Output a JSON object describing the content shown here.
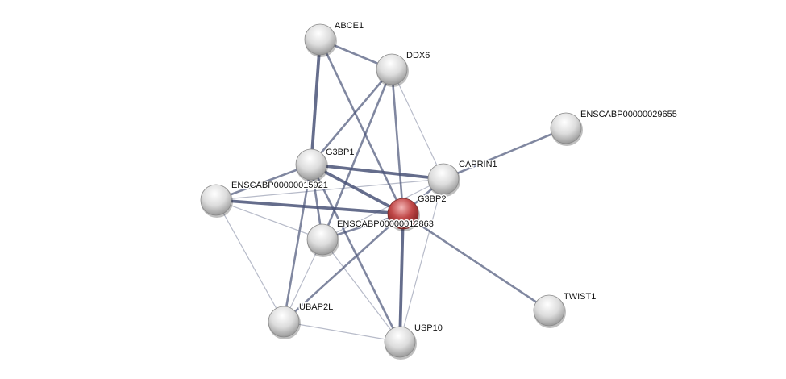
{
  "network": {
    "colors": {
      "edge": "#4a5478",
      "node": "#d9d9d9",
      "query_node": "#b33a3a"
    },
    "nodes": [
      {
        "id": "ABCE1",
        "label": "ABCE1",
        "query": false
      },
      {
        "id": "DDX6",
        "label": "DDX6",
        "query": false
      },
      {
        "id": "ENSCABP00000029655",
        "label": "ENSCABP00000029655",
        "query": false
      },
      {
        "id": "G3BP1",
        "label": "G3BP1",
        "query": false
      },
      {
        "id": "CAPRIN1",
        "label": "CAPRIN1",
        "query": false
      },
      {
        "id": "ENSCABP00000015921",
        "label": "ENSCABP00000015921",
        "query": false
      },
      {
        "id": "G3BP2",
        "label": "G3BP2",
        "query": true
      },
      {
        "id": "ENSCABP00000012863",
        "label": "ENSCABP00000012863",
        "query": false
      },
      {
        "id": "UBAP2L",
        "label": "UBAP2L",
        "query": false
      },
      {
        "id": "USP10",
        "label": "USP10",
        "query": false
      },
      {
        "id": "TWIST1",
        "label": "TWIST1",
        "query": false
      }
    ],
    "edges": [
      {
        "source": "ABCE1",
        "target": "DDX6",
        "strength": 2
      },
      {
        "source": "ABCE1",
        "target": "G3BP1",
        "strength": 3
      },
      {
        "source": "ABCE1",
        "target": "G3BP2",
        "strength": 2
      },
      {
        "source": "DDX6",
        "target": "G3BP1",
        "strength": 2
      },
      {
        "source": "DDX6",
        "target": "ENSCABP00000012863",
        "strength": 2
      },
      {
        "source": "DDX6",
        "target": "G3BP2",
        "strength": 2
      },
      {
        "source": "DDX6",
        "target": "CAPRIN1",
        "strength": 1
      },
      {
        "source": "G3BP1",
        "target": "CAPRIN1",
        "strength": 3
      },
      {
        "source": "G3BP1",
        "target": "G3BP2",
        "strength": 3
      },
      {
        "source": "G3BP1",
        "target": "ENSCABP00000015921",
        "strength": 2
      },
      {
        "source": "G3BP1",
        "target": "UBAP2L",
        "strength": 2
      },
      {
        "source": "G3BP1",
        "target": "ENSCABP00000012863",
        "strength": 2
      },
      {
        "source": "G3BP1",
        "target": "USP10",
        "strength": 2
      },
      {
        "source": "ENSCABP00000015921",
        "target": "CAPRIN1",
        "strength": 1
      },
      {
        "source": "ENSCABP00000015921",
        "target": "G3BP2",
        "strength": 3
      },
      {
        "source": "ENSCABP00000015921",
        "target": "ENSCABP00000012863",
        "strength": 1
      },
      {
        "source": "ENSCABP00000015921",
        "target": "UBAP2L",
        "strength": 1
      },
      {
        "source": "CAPRIN1",
        "target": "G3BP2",
        "strength": 2
      },
      {
        "source": "CAPRIN1",
        "target": "ENSCABP00000029655",
        "strength": 2
      },
      {
        "source": "CAPRIN1",
        "target": "ENSCABP00000012863",
        "strength": 1
      },
      {
        "source": "CAPRIN1",
        "target": "USP10",
        "strength": 1
      },
      {
        "source": "G3BP2",
        "target": "ENSCABP00000012863",
        "strength": 2
      },
      {
        "source": "G3BP2",
        "target": "UBAP2L",
        "strength": 2
      },
      {
        "source": "G3BP2",
        "target": "USP10",
        "strength": 3
      },
      {
        "source": "G3BP2",
        "target": "TWIST1",
        "strength": 2
      },
      {
        "source": "ENSCABP00000012863",
        "target": "UBAP2L",
        "strength": 1
      },
      {
        "source": "ENSCABP00000012863",
        "target": "USP10",
        "strength": 1
      },
      {
        "source": "UBAP2L",
        "target": "USP10",
        "strength": 1
      }
    ]
  }
}
